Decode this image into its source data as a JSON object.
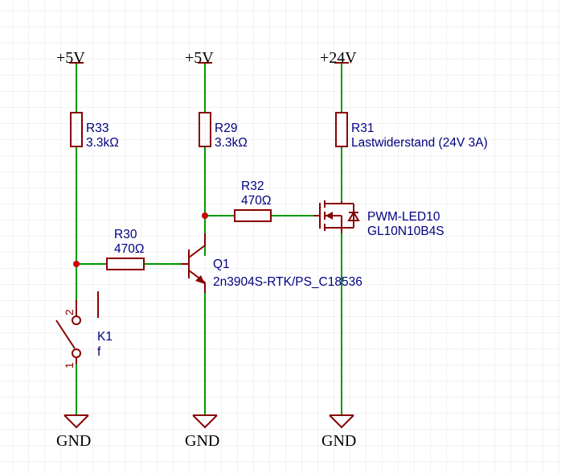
{
  "power": {
    "vcc_left": "+5V",
    "vcc_mid": "+5V",
    "vcc_right": "+24V",
    "gnd_left": "GND",
    "gnd_mid": "GND",
    "gnd_right": "GND"
  },
  "components": {
    "r33": {
      "ref": "R33",
      "value": "3.3kΩ"
    },
    "r29": {
      "ref": "R29",
      "value": "3.3kΩ"
    },
    "r31": {
      "ref": "R31",
      "value": "Lastwiderstand (24V 3A)"
    },
    "r32": {
      "ref": "R32",
      "value": "470Ω"
    },
    "r30": {
      "ref": "R30",
      "value": "470Ω"
    },
    "q1": {
      "ref": "Q1",
      "value": "2n3904S-RTK/PS_C18536"
    },
    "mosfet": {
      "ref": "PWM-LED10",
      "value": "GL10N10B4S"
    },
    "k1": {
      "ref": "K1",
      "value": "f",
      "pin1": "1",
      "pin2": "2"
    }
  },
  "colors": {
    "wire": "#009900",
    "component": "#880000",
    "junction": "#cc0000",
    "label": "#000080",
    "grid": "#e6e6e6"
  }
}
